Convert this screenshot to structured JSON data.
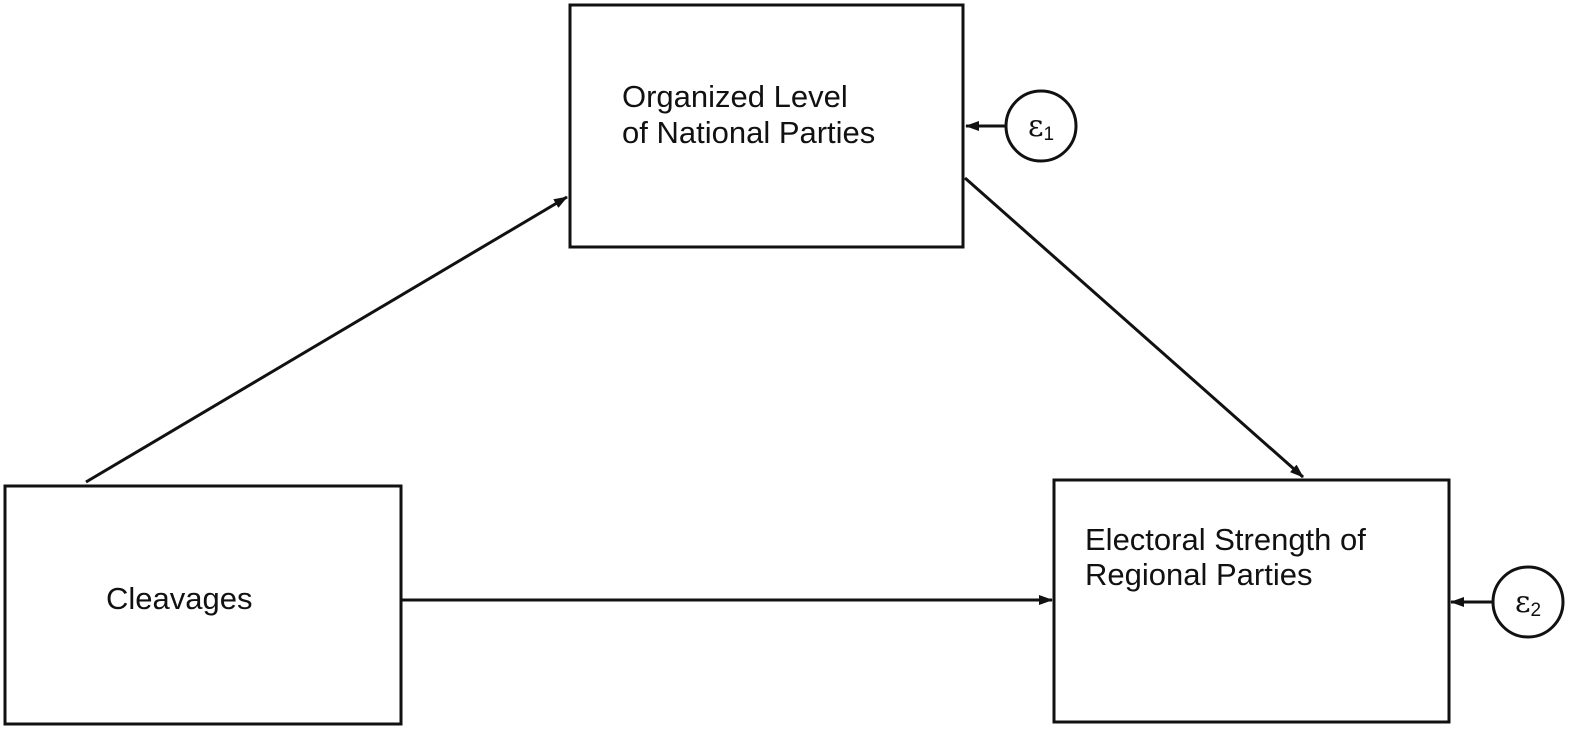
{
  "nodes": {
    "organized": {
      "line1": "Organized Level",
      "line2": "of National Parties"
    },
    "cleavages": {
      "label": "Cleavages"
    },
    "electoral": {
      "line1": "Electoral Strength of",
      "line2": "Regional Parties"
    }
  },
  "errors": {
    "e1": {
      "symbol": "ε",
      "subscript": "1"
    },
    "e2": {
      "symbol": "ε",
      "subscript": "2"
    }
  },
  "edges": [
    {
      "from": "Cleavages",
      "to": "Organized Level of National Parties"
    },
    {
      "from": "Organized Level of National Parties",
      "to": "Electoral Strength of Regional Parties"
    },
    {
      "from": "Cleavages",
      "to": "Electoral Strength of Regional Parties"
    },
    {
      "from": "ε1",
      "to": "Organized Level of National Parties"
    },
    {
      "from": "ε2",
      "to": "Electoral Strength of Regional Parties"
    }
  ]
}
